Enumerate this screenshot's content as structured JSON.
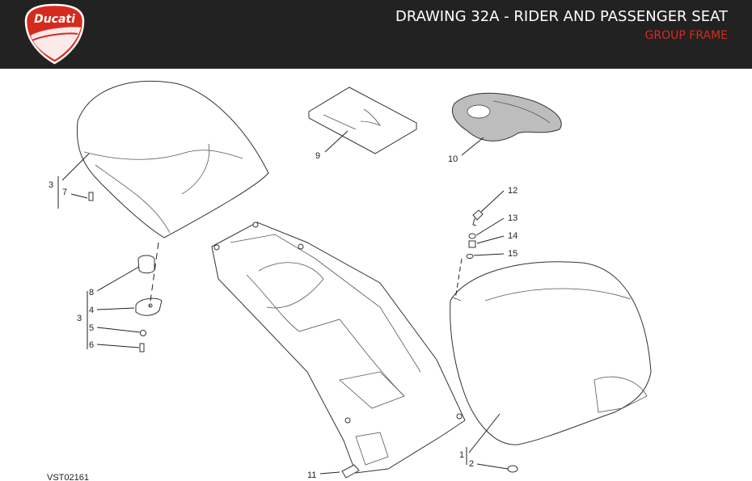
{
  "header": {
    "brand": "Ducati",
    "title": "DRAWING 32A - RIDER AND PASSENGER SEAT",
    "subtitle": "GROUP FRAME",
    "colors": {
      "bar": "#222222",
      "accent": "#d52b1e",
      "title": "#ffffff"
    }
  },
  "diagram": {
    "code": "VST02161",
    "callouts": [
      "1",
      "2",
      "3",
      "4",
      "5",
      "6",
      "7",
      "8",
      "9",
      "10",
      "11",
      "12",
      "13",
      "14",
      "15"
    ],
    "group_label": "3"
  }
}
